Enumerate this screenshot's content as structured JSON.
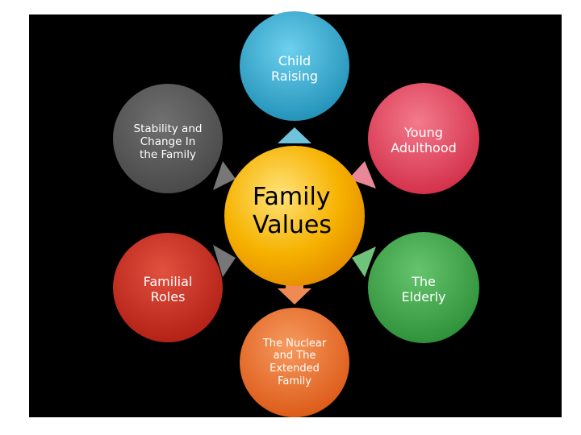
{
  "center": {
    "label": "Family\nValues",
    "color": "#f5a300"
  },
  "nodes": [
    {
      "key": "child-raising",
      "label": "Child\nRaising",
      "color": "#2ea6c9"
    },
    {
      "key": "young-adulthood",
      "label": "Young\nAdulthood",
      "color": "#e5415a"
    },
    {
      "key": "the-elderly",
      "label": "The\nElderly",
      "color": "#3ea64a"
    },
    {
      "key": "nuclear-family",
      "label": "The Nuclear\nand The\nExtended\nFamily",
      "color": "#ea6a25"
    },
    {
      "key": "familial-roles",
      "label": "Familial\nRoles",
      "color": "#c82a1e"
    },
    {
      "key": "stability",
      "label": "Stability and\nChange In\nthe Family",
      "color": "#555555"
    }
  ],
  "arrow_colors": {
    "child-raising": "#6fc3dc",
    "young-adulthood": "#e88798",
    "the-elderly": "#6fc37a",
    "nuclear-family": "#ef8a55",
    "familial-roles": "#777777",
    "stability": "#777777"
  }
}
